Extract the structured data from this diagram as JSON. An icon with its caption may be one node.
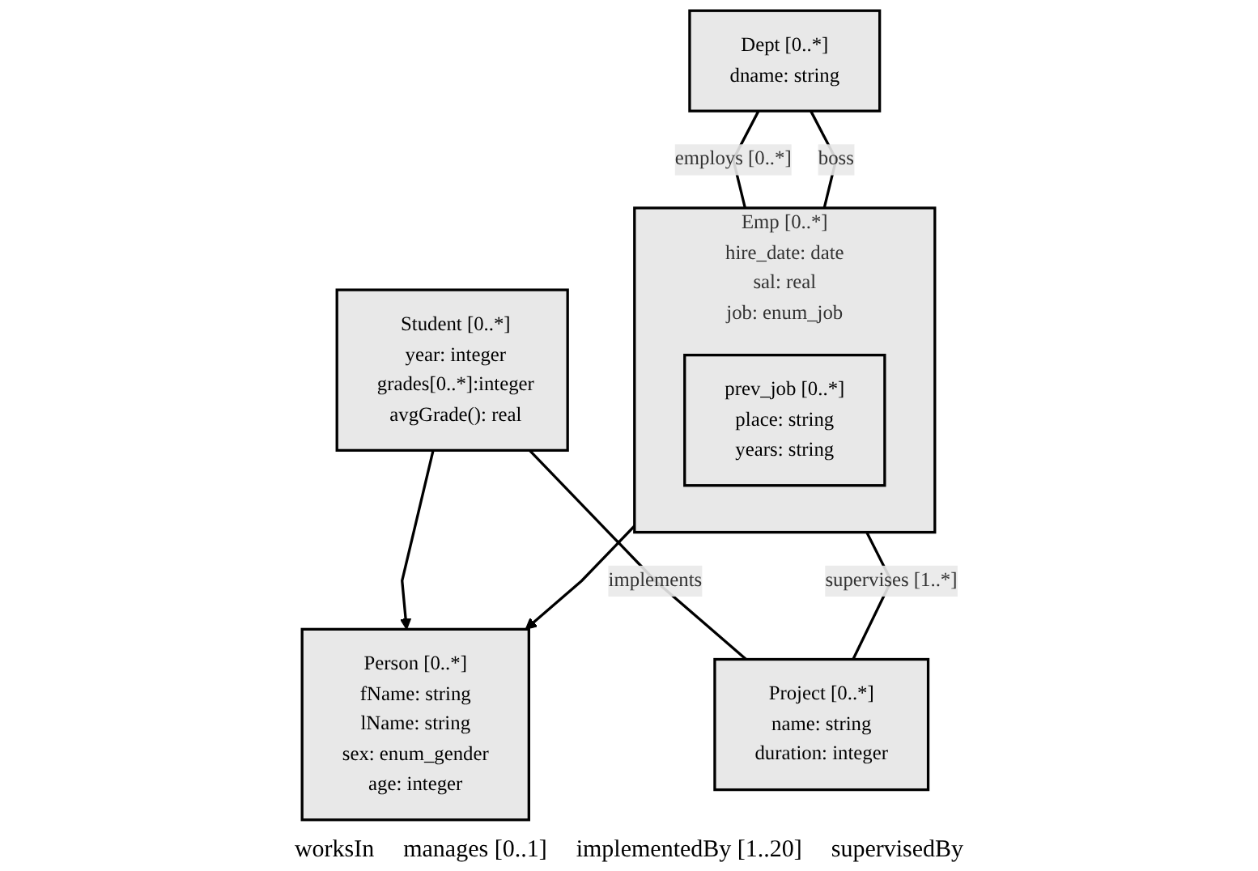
{
  "diagram": {
    "nodes": [
      {
        "text": [
          "Person [0..*]",
          "fName: string",
          "lName: string",
          "sex: enum_gender",
          "age: integer"
        ]
      },
      {
        "text": [
          "Dept [0..*]",
          "dname: string"
        ]
      },
      {
        "text": [
          "Student [0..*]",
          "year: integer",
          "grades[0..*]:integer",
          "avgGrade(): real"
        ]
      },
      {
        "text": [
          "Emp [0..*]",
          "hire_date: date",
          "sal: real",
          "job: enum_job"
        ]
      },
      {
        "text": [
          "prev_job [0..*]",
          "place: string",
          "years: string"
        ],
        "in": 3
      },
      {
        "text": [
          "Project [0..*]",
          "name: string",
          "duration: integer"
        ]
      }
    ],
    "edges": [
      {
        "from": 2,
        "to": 0,
        "arrow": "to"
      },
      {
        "from": 3,
        "to": 0,
        "arrow": "to"
      },
      {
        "from": 1,
        "to": 3,
        "arrow": "none",
        "label": "employs [0..*]"
      },
      {
        "from": 1,
        "to": 3,
        "arrow": "none",
        "label": "boss"
      },
      {
        "from": 2,
        "to": 5,
        "arrow": "none",
        "label": "implements"
      },
      {
        "from": 3,
        "to": 5,
        "arrow": "none",
        "label": "supervises [1..*]"
      }
    ],
    "labels": [
      "worksIn",
      "manages [0..1]",
      "implementedBy [1..20]",
      "supervisedBy"
    ]
  }
}
